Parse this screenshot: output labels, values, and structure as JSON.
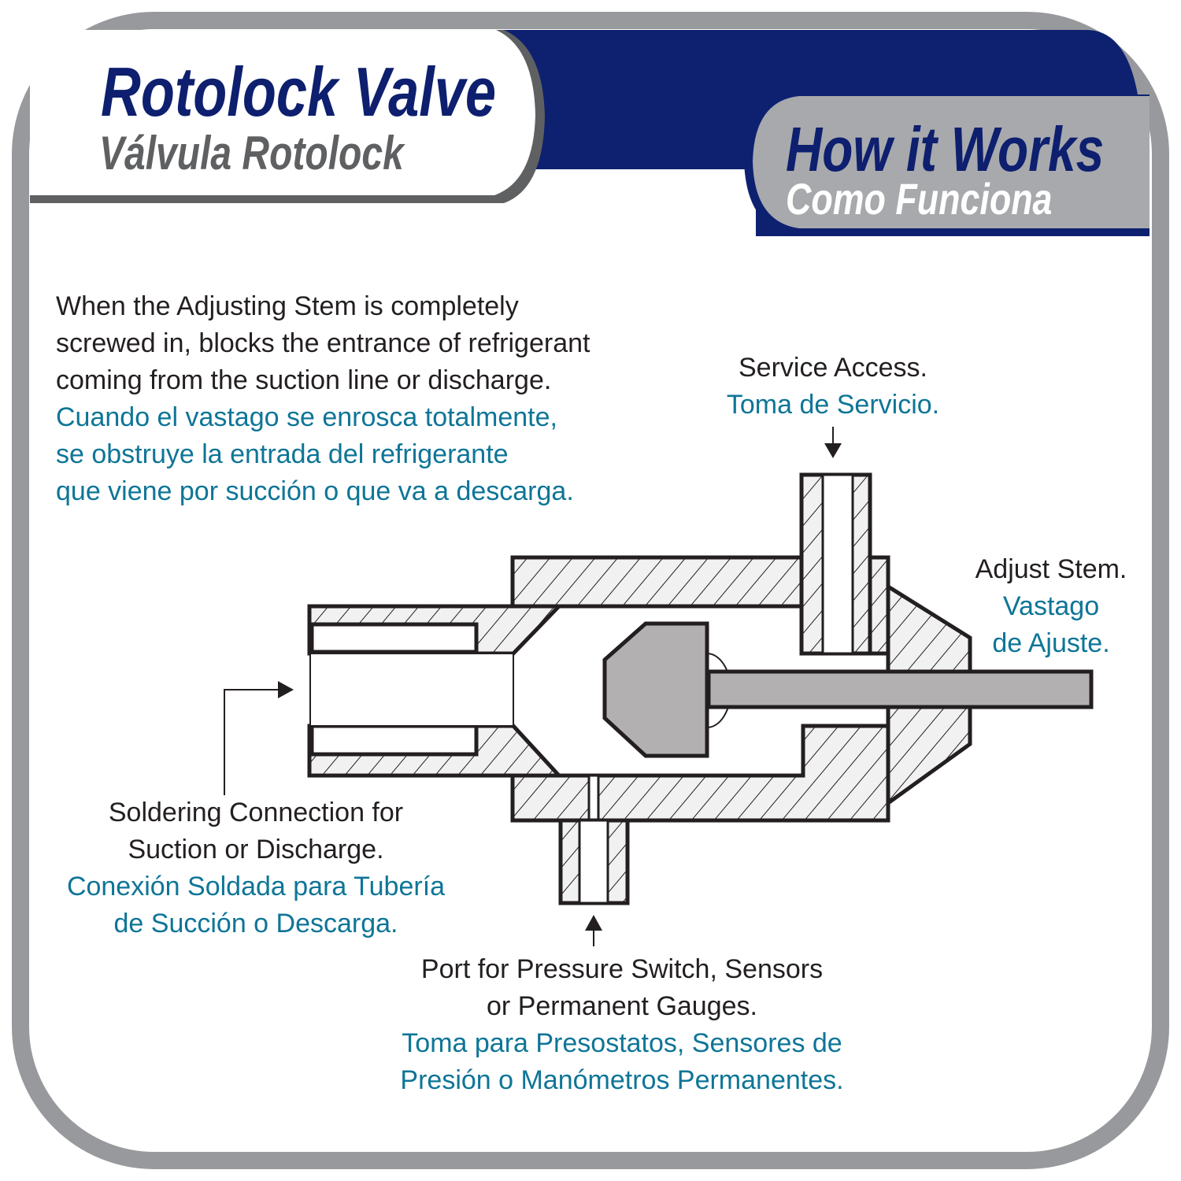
{
  "header": {
    "title": "Rotolock Valve",
    "title_es": "Válvula Rotolock",
    "section": "How it Works",
    "section_es": "Como Funciona"
  },
  "description": {
    "en": [
      "When the Adjusting Stem is completely",
      "screwed in, blocks the entrance of refrigerant",
      "coming from the suction line or discharge."
    ],
    "es": [
      "Cuando el vastago se enrosca totalmente,",
      "se obstruye la entrada del refrigerante",
      "que viene por succión  o que va a descarga."
    ]
  },
  "labels": {
    "service": {
      "en": "Service Access.",
      "es": "Toma de Servicio."
    },
    "stem": {
      "en": "Adjust Stem.",
      "es": [
        "Vastago",
        "de Ajuste."
      ]
    },
    "solder": {
      "en": [
        "Soldering Connection for",
        "Suction or Discharge."
      ],
      "es": [
        "Conexión Soldada para Tubería",
        "de Succión o Descarga."
      ]
    },
    "port": {
      "en": [
        "Port for Pressure Switch, Sensors",
        "or Permanent Gauges."
      ],
      "es": [
        "Toma para Presostatos, Sensores de",
        "Presión o Manómetros Permanentes."
      ]
    }
  },
  "colors": {
    "navy": "#0d1f6e",
    "teal": "#0e7597",
    "frame": "#98999c",
    "panel": "#a7a9ac",
    "stem": "#b3b0b2"
  }
}
